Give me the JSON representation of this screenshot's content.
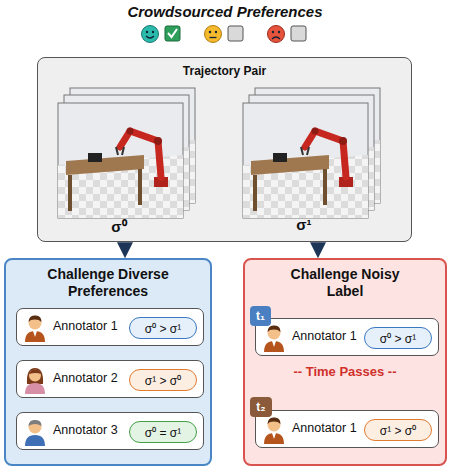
{
  "diagram": {
    "title": "Crowdsourced Preferences",
    "nodes": [
      {
        "text": [
          "Trajectory Pair"
        ]
      },
      {
        "text": [
          "Challenge Diverse Preferences"
        ]
      },
      {
        "text": [
          "Annotator 1"
        ],
        "in": 1
      },
      {
        "text": [
          "σ⁰ > σ¹"
        ],
        "in": 2
      },
      {
        "text": [
          "Annotator 2"
        ],
        "in": 1
      },
      {
        "text": [
          "σ¹ > σ⁰"
        ],
        "in": 4
      },
      {
        "text": [
          "Annotator 3"
        ],
        "in": 1
      },
      {
        "text": [
          "σ⁰ = σ¹"
        ],
        "in": 6
      },
      {
        "text": [
          "Challenge Noisy Label"
        ]
      },
      {
        "text": [
          "t₁"
        ],
        "in": 8
      },
      {
        "text": [
          "Annotator 1"
        ],
        "in": 8
      },
      {
        "text": [
          "σ⁰ > σ¹"
        ],
        "in": 10
      },
      {
        "text": [
          "t₂"
        ],
        "in": 8
      },
      {
        "text": [
          "Annotator 1"
        ],
        "in": 8
      },
      {
        "text": [
          "σ¹ > σ⁰"
        ],
        "in": 13
      }
    ],
    "edges": [
      {
        "from": 0,
        "to": 1,
        "arrow": "to"
      },
      {
        "from": 0,
        "to": 8,
        "arrow": "to"
      }
    ],
    "labels": [
      "σ⁰",
      "σ¹",
      "-- Time Passes --"
    ]
  }
}
